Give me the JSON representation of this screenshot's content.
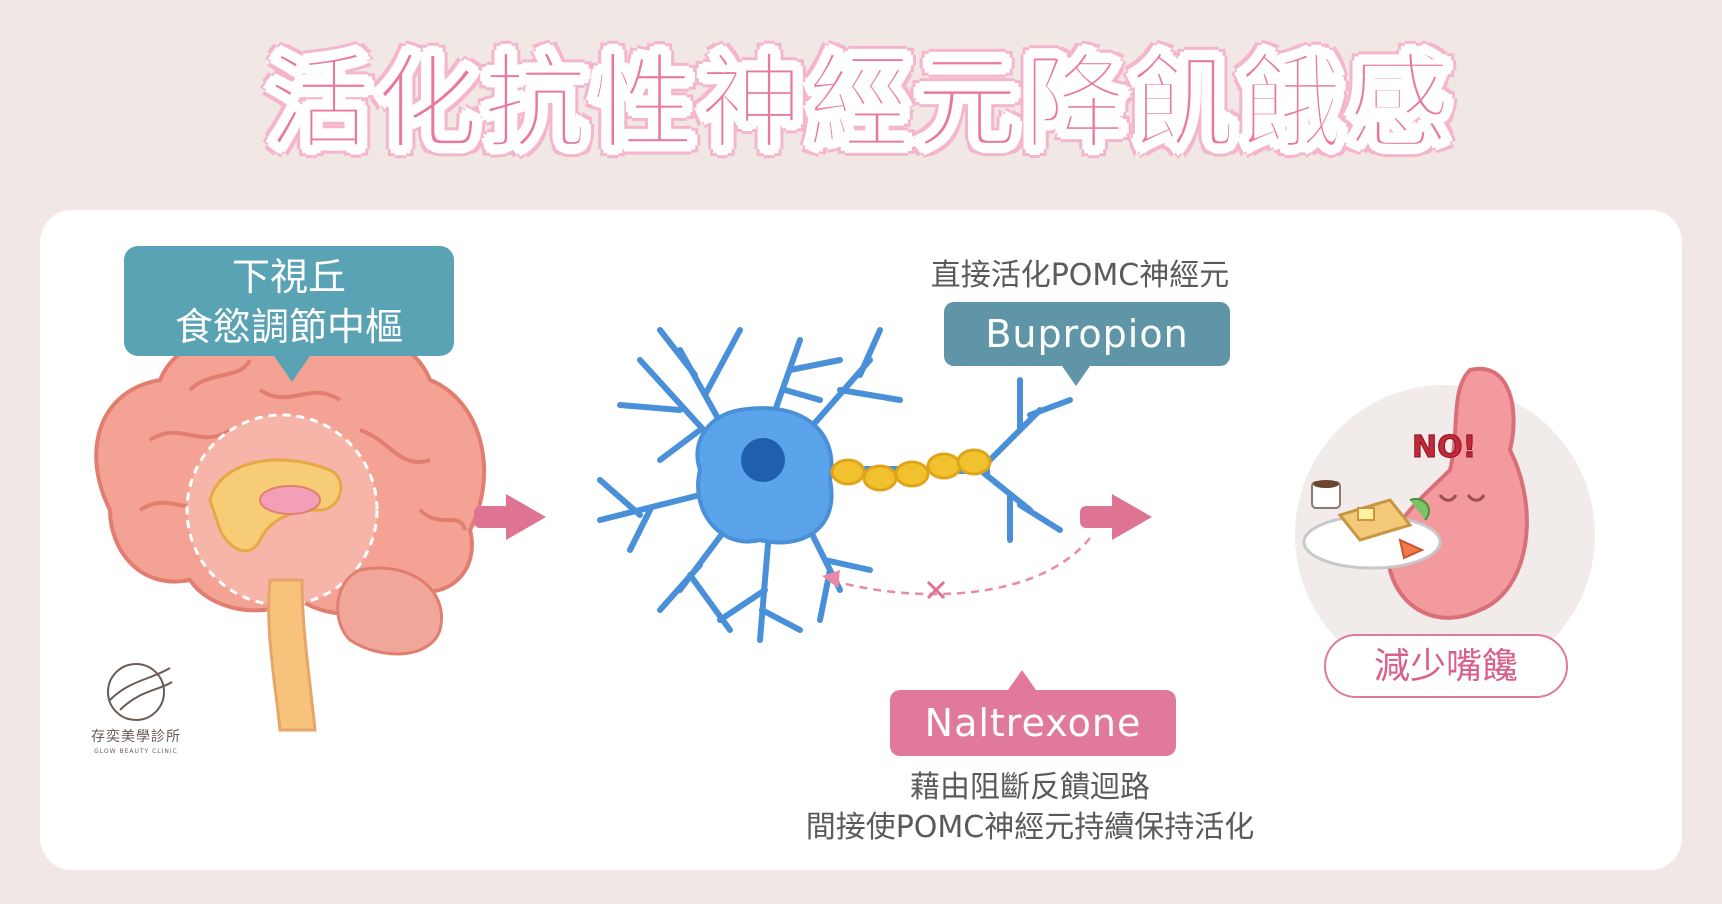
{
  "title": "活化抗性神經元降飢餓感",
  "hypothalamus": {
    "line1": "下視丘",
    "line2": "食慾調節中樞"
  },
  "bupropion": {
    "caption": "直接活化POMC神經元",
    "label": "Bupropion"
  },
  "naltrexone": {
    "label": "Naltrexone",
    "desc_line1": "藉由阻斷反饋迴路",
    "desc_line2": "間接使POMC神經元持續保持活化"
  },
  "stomach": {
    "no_text": "NO!",
    "result_label": "減少嘴饞"
  },
  "logo": {
    "name_zh": "存奕美學診所",
    "name_en": "GLOW BEAUTY CLINIC"
  },
  "colors": {
    "title_pink": "#e9779f",
    "teal": "#5aa3b4",
    "bupropion_bg": "#5f95a6",
    "naltrexone_bg": "#e0799c",
    "arrow_pink": "#de7393",
    "neuron_blue": "#4a90d9",
    "myelin_yellow": "#f2c22e"
  }
}
